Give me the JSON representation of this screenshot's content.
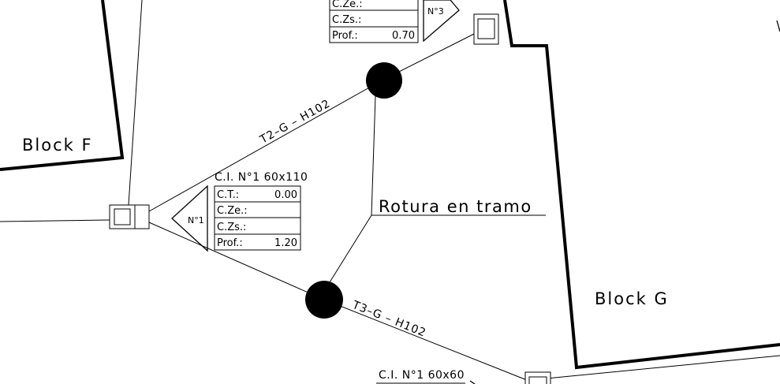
{
  "blocks": {
    "f": "Block F",
    "g": "Block G"
  },
  "pipes": {
    "t2": "T2–G – H102",
    "t3": "T3–G – H102"
  },
  "break_label": "Rotura en tramo",
  "chamber_1": {
    "title": "C.I. N°1 60x110",
    "marker": "N°1",
    "ct_label": "C.T.:",
    "ct_value": "0.00",
    "cze_label": "C.Ze.:",
    "czs_label": "C.Zs.:",
    "prof_label": "Prof.:",
    "prof_value": "1.20"
  },
  "chamber_3": {
    "marker": "N°3",
    "cze_label": "C.Ze.:",
    "czs_label": "C.Zs.:",
    "prof_label": "Prof.:",
    "prof_value": "0.70"
  },
  "chamber_bottom": {
    "title": "C.I. N°1 60x60"
  }
}
